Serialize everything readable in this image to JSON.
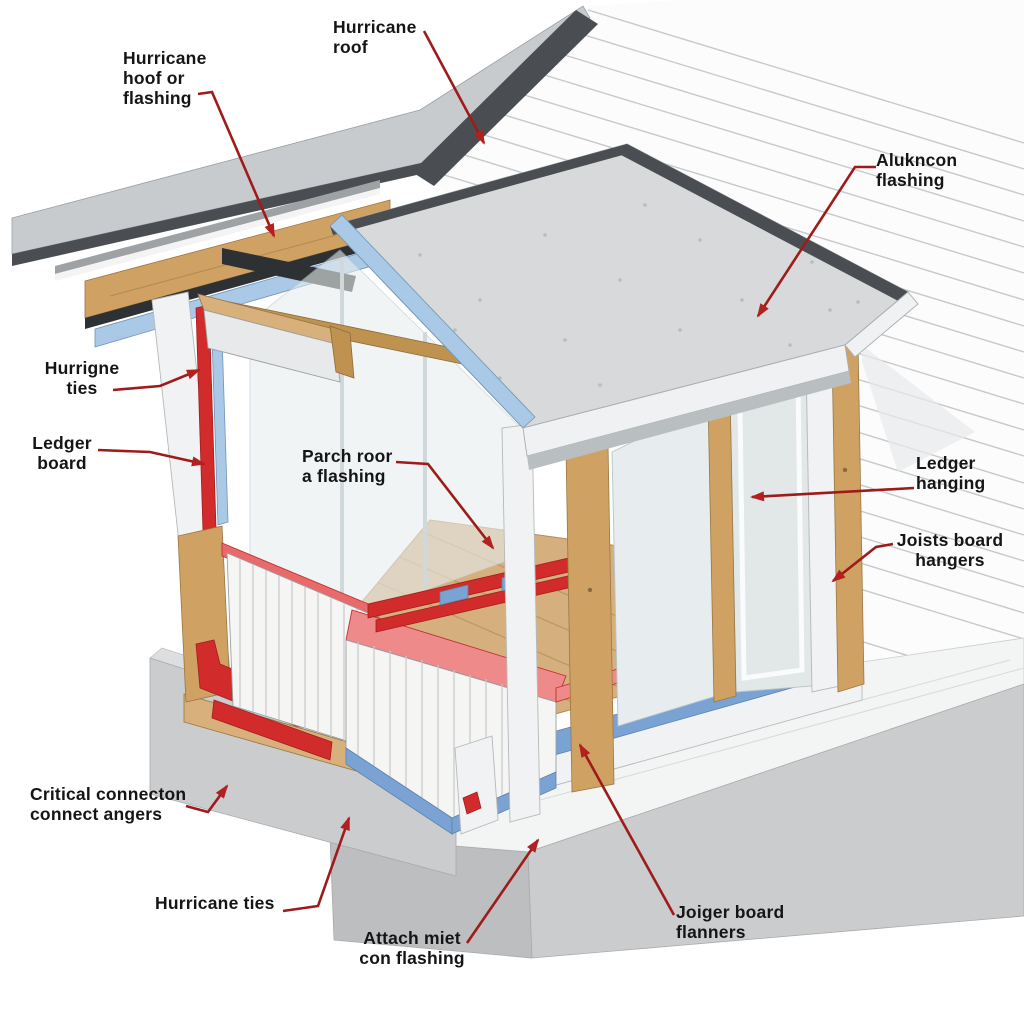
{
  "diagram": {
    "title": "Porch-to-house structural connection diagram",
    "background": "#ffffff",
    "labels": [
      {
        "id": "hurricane-hoof-or-flashing",
        "text": "Hurricane\nhoof or\nflashing"
      },
      {
        "id": "hurricane-roof",
        "text": "Hurricane\nroof"
      },
      {
        "id": "alukncon-flashing",
        "text": "Alukncon\nflashing"
      },
      {
        "id": "hurrigne-ties",
        "text": "Hurrigne\nties"
      },
      {
        "id": "ledger-board",
        "text": "Ledger\nboard"
      },
      {
        "id": "parch-roor-a-flashing",
        "text": "Parch roor\na flashing"
      },
      {
        "id": "ledger-hanging",
        "text": "Ledger\nhanging"
      },
      {
        "id": "joists-board-hangers",
        "text": "Joists board\nhangers"
      },
      {
        "id": "critical-connecton",
        "text": "Critical connecton\nconnect angers"
      },
      {
        "id": "hurricane-ties",
        "text": "Hurricane ties"
      },
      {
        "id": "attach-miet-con-flashing",
        "text": "Attach miet\ncon flashing"
      },
      {
        "id": "joiger-board-flanners",
        "text": "Joiger board\nflanners"
      }
    ],
    "colors": {
      "bg": "#ffffff",
      "label_text": "#151515",
      "leader_line": "#9e1b1b",
      "arrow_head": "#b41f1f",
      "wall_white": "#fcfcfc",
      "siding_line": "#c6c9cb",
      "roof_panel": "#d7d9da",
      "roof_plane": "#c8cbcd",
      "flashing_dark": "#4a4e52",
      "flashing_blue": "#a9c9e6",
      "membrane_blue": "#7aa3d4",
      "wood": "#cfa264",
      "wood_light": "#d8b07c",
      "wood_dark": "#c0924f",
      "panel_white": "#f5f5f4",
      "trim_white": "#f1f2f3",
      "glass": "#e7edee",
      "glass_dark": "#e2e7e8",
      "highlight_red": "#d22b2b",
      "highlight_salmon": "#ef8a8a",
      "plate_red": "#e96a6a",
      "deck_wood": "#d5b07e",
      "deck_line": "#bb9660",
      "concrete": "#cbcccd",
      "concrete_dark": "#bdbebf",
      "concrete_light": "#dddedf",
      "outline": "#9aa0a4"
    }
  }
}
